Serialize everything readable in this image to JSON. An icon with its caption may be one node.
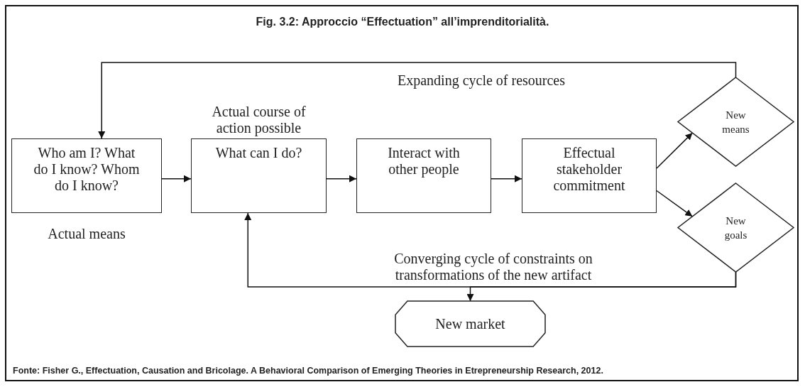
{
  "diagram": {
    "title": "Fig. 3.2: Approccio “Effectuation” all’imprenditorialità.",
    "caption": "Fonte: Fisher G., Effectuation, Causation and Bricolage. A Behavioral Comparison of Emerging Theories in Etrepreneurship Research, 2012.",
    "nodes": [
      {
        "text": [
          "Who am I? What do I know? Whom do I know?"
        ],
        "beside": [
          "Actual means"
        ]
      },
      {
        "text": [
          "Actual course of action possible",
          "What can I do?"
        ]
      },
      {
        "text": [
          "Interact with other people"
        ]
      },
      {
        "text": [
          "Effectual stakeholder commitment"
        ]
      },
      {
        "text": [
          "New means"
        ]
      },
      {
        "text": [
          "New goals"
        ]
      },
      {
        "text": [
          "New market"
        ]
      }
    ],
    "edges": [
      {
        "from": 0,
        "to": 1,
        "arrow": "to"
      },
      {
        "from": 1,
        "to": 2,
        "arrow": "to"
      },
      {
        "from": 2,
        "to": 3,
        "arrow": "to"
      },
      {
        "from": 3,
        "to": 4,
        "arrow": "to"
      },
      {
        "from": 3,
        "to": 5,
        "arrow": "to"
      },
      {
        "from": 4,
        "to": 0,
        "arrow": "to",
        "label": "Expanding cycle of resources"
      },
      {
        "from": 5,
        "to": 1,
        "arrow": "to",
        "label": "Converging cycle of constraints on transformations of the new artifact"
      },
      {
        "from": 5,
        "to": 6,
        "arrow": "to"
      }
    ]
  }
}
